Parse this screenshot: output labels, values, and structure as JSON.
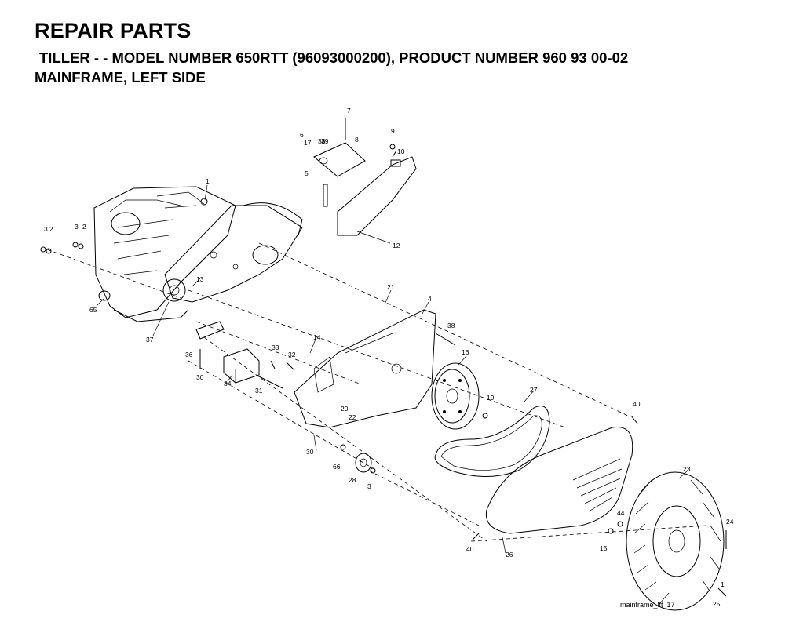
{
  "header": {
    "title": "REPAIR PARTS",
    "model_line": "TILLER - - MODEL NUMBER 650RTT (96093000200), PRODUCT NUMBER 960 93 00-02",
    "section": "MAINFRAME, LEFT SIDE"
  },
  "figure_ref": "mainframe_lft_17",
  "callouts": [
    "1",
    "1",
    "2",
    "2",
    "3",
    "3",
    "3",
    "4",
    "5",
    "6",
    "7",
    "8",
    "9",
    "10",
    "12",
    "13",
    "14",
    "15",
    "16",
    "17",
    "19",
    "20",
    "21",
    "22",
    "23",
    "24",
    "25",
    "26",
    "27",
    "28",
    "30",
    "30",
    "31",
    "32",
    "33",
    "34",
    "36",
    "37",
    "38",
    "38",
    "39",
    "40",
    "40",
    "44",
    "65",
    "66"
  ]
}
